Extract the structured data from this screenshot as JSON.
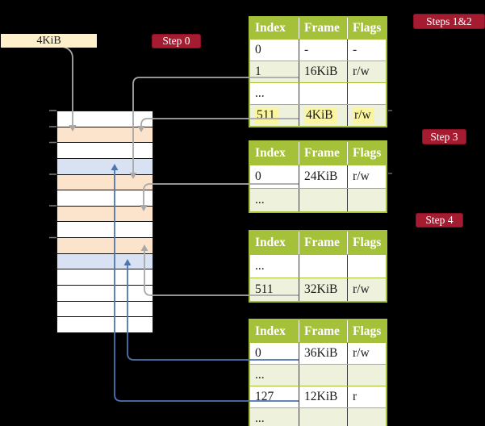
{
  "colors": {
    "table_header_green": "#a5c13a",
    "table_alt_row": "#eef2dc",
    "highlight_yellow": "#fbf5a0",
    "step_label_red": "#a51c30",
    "memory_frame_peach": "#fce4cc",
    "memory_frame_blue": "#d9e2f3",
    "arrow_gray": "#a8a8a8",
    "arrow_blue": "#4f74b0",
    "page_size_box_cream": "#fdf0cb"
  },
  "page_size_box": {
    "label": "4KiB"
  },
  "step_labels": {
    "step0": "Step 0",
    "steps12": "Steps 1&2",
    "step3": "Step 3",
    "step4": "Step 4"
  },
  "memory": {
    "rows": [
      {
        "fill": "white"
      },
      {
        "fill": "peach"
      },
      {
        "fill": "white"
      },
      {
        "fill": "blue"
      },
      {
        "fill": "peach"
      },
      {
        "fill": "white"
      },
      {
        "fill": "peach"
      },
      {
        "fill": "white"
      },
      {
        "fill": "peach"
      },
      {
        "fill": "blue"
      },
      {
        "fill": "white"
      },
      {
        "fill": "white"
      },
      {
        "fill": "white"
      },
      {
        "fill": "white"
      }
    ]
  },
  "tables": [
    {
      "id": "table-steps-1-2",
      "headers": [
        "Index",
        "Frame",
        "Flags"
      ],
      "rows": [
        {
          "cells": [
            "0",
            "-",
            "-"
          ],
          "alt": false,
          "highlight": false
        },
        {
          "cells": [
            "1",
            "16KiB",
            "r/w"
          ],
          "alt": true,
          "highlight": false
        },
        {
          "cells": [
            "...",
            "",
            ""
          ],
          "alt": false,
          "highlight": false
        },
        {
          "cells": [
            "511",
            "4KiB",
            "r/w"
          ],
          "alt": true,
          "highlight": true
        }
      ]
    },
    {
      "id": "table-step-3",
      "headers": [
        "Index",
        "Frame",
        "Flags"
      ],
      "rows": [
        {
          "cells": [
            "0",
            "24KiB",
            "r/w"
          ],
          "alt": false,
          "highlight": false
        },
        {
          "cells": [
            "...",
            "",
            ""
          ],
          "alt": true,
          "highlight": false
        }
      ]
    },
    {
      "id": "table-step-4",
      "headers": [
        "Index",
        "Frame",
        "Flags"
      ],
      "rows": [
        {
          "cells": [
            "...",
            "",
            ""
          ],
          "alt": false,
          "highlight": false
        },
        {
          "cells": [
            "511",
            "32KiB",
            "r/w"
          ],
          "alt": true,
          "highlight": false
        }
      ]
    },
    {
      "id": "table-final",
      "headers": [
        "Index",
        "Frame",
        "Flags"
      ],
      "rows": [
        {
          "cells": [
            "0",
            "36KiB",
            "r/w"
          ],
          "alt": false,
          "highlight": false
        },
        {
          "cells": [
            "...",
            "",
            ""
          ],
          "alt": true,
          "highlight": false
        },
        {
          "cells": [
            "127",
            "12KiB",
            "r"
          ],
          "alt": false,
          "highlight": false
        },
        {
          "cells": [
            "...",
            "",
            ""
          ],
          "alt": true,
          "highlight": false
        }
      ]
    }
  ],
  "connectors": [
    {
      "name": "arrow-4kib-box-to-frame",
      "color": "gray"
    },
    {
      "name": "arrow-pte1-to-16kib-frame",
      "color": "gray"
    },
    {
      "name": "arrow-pte511-to-4kib-frame",
      "color": "gray"
    },
    {
      "name": "arrow-step3-pte0-to-24kib-frame",
      "color": "gray"
    },
    {
      "name": "arrow-step4-pte511-to-32kib-frame",
      "color": "gray"
    },
    {
      "name": "arrow-final-pte0-to-36kib-frame",
      "color": "blue"
    },
    {
      "name": "arrow-final-pte127-to-12kib-frame",
      "color": "blue"
    }
  ]
}
